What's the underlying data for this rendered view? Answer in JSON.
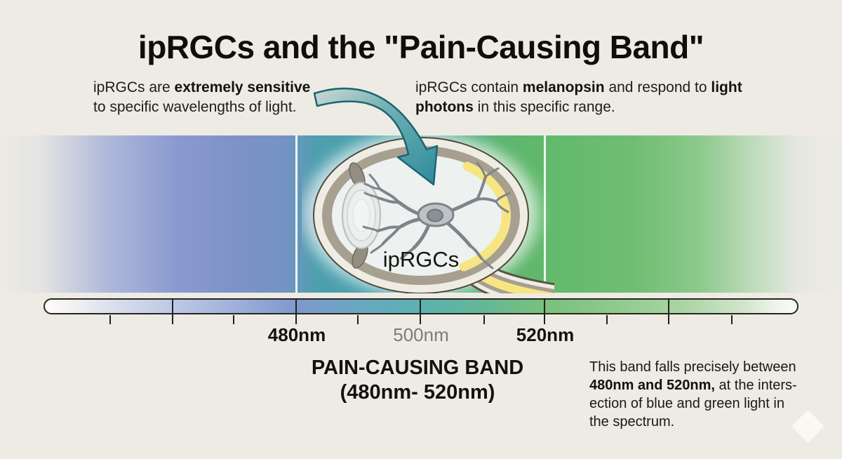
{
  "title": "ipRGCs and the \"Pain-Causing Band\"",
  "subtitle_left": {
    "t1": "ipRGCs are ",
    "b1": "extremely sensitive",
    "t2": "to specific wavelengths of light."
  },
  "subtitle_right": {
    "t1": "ipRGCs contain ",
    "b1": "melanopsin",
    "t2": " and respond to ",
    "b2": "light",
    "b3": "photons",
    "t3": " in this specific range."
  },
  "eye": {
    "label": "ipRGCs"
  },
  "scale": {
    "labels": [
      {
        "text": "480nm",
        "emphasis": "bold"
      },
      {
        "text": "500nm",
        "emphasis": "muted"
      },
      {
        "text": "520nm",
        "emphasis": "bold"
      }
    ]
  },
  "caption": {
    "line1": "PAIN-CAUSING BAND",
    "line2": "(480nm- 520nm)"
  },
  "note": {
    "t1": "This band falls precisely between",
    "b1": "480nm and 520nm,",
    "t2": " at the inters-",
    "t3": "ection of blue and green light in",
    "t4": "the spectrum."
  },
  "colors": {
    "background": "#edebe4",
    "blue": "#7e93c8",
    "teal": "#47a0ac",
    "green": "#68ba6e",
    "band_yellow": "#f7e584",
    "arrow_teal": "#3f97a4"
  }
}
